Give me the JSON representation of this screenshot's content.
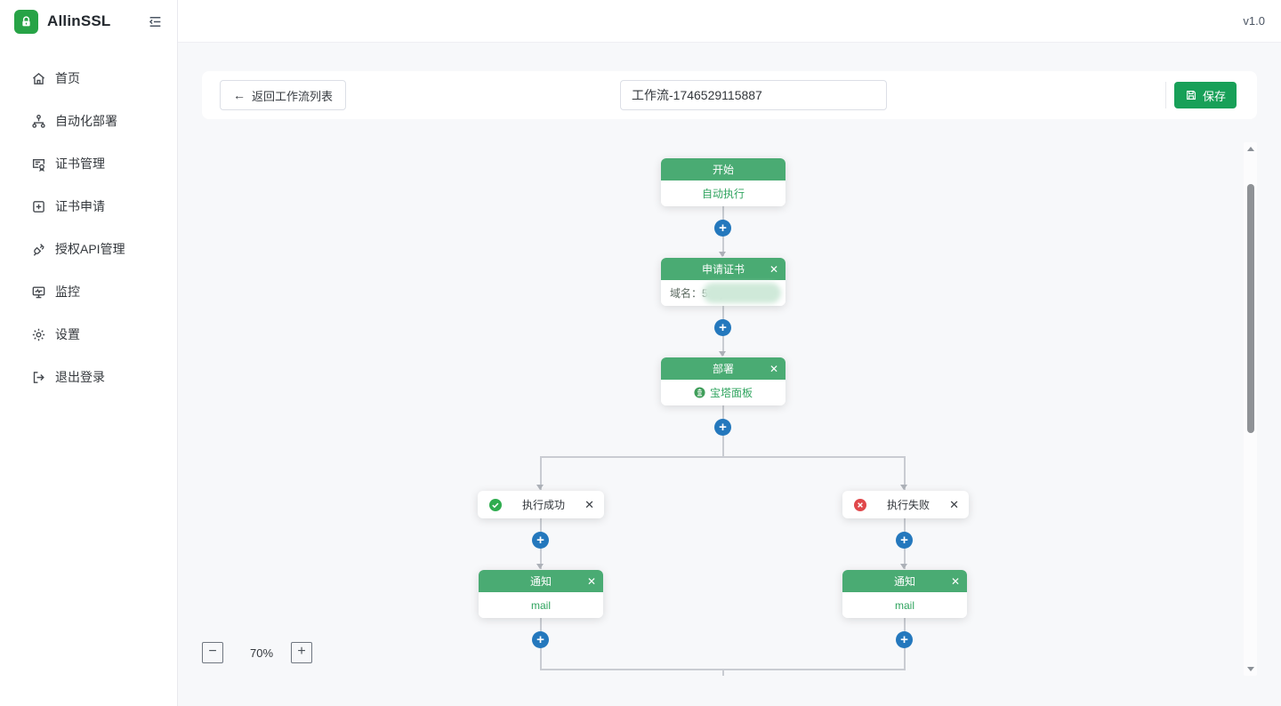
{
  "app": {
    "brand": "AllinSSL",
    "version": "v1.0"
  },
  "sidebar": {
    "items": [
      {
        "icon": "home-icon",
        "label": "首页"
      },
      {
        "icon": "deploy-icon",
        "label": "自动化部署"
      },
      {
        "icon": "cert-manage-icon",
        "label": "证书管理"
      },
      {
        "icon": "cert-apply-icon",
        "label": "证书申请"
      },
      {
        "icon": "api-icon",
        "label": "授权API管理"
      },
      {
        "icon": "monitor-icon",
        "label": "监控"
      },
      {
        "icon": "settings-icon",
        "label": "设置"
      },
      {
        "icon": "logout-icon",
        "label": "退出登录"
      }
    ]
  },
  "toolbar": {
    "back_label": "返回工作流列表",
    "workflow_name": "工作流-1746529115887",
    "save_label": "保存"
  },
  "canvas": {
    "nodes": {
      "start": {
        "title": "开始",
        "body": "自动执行"
      },
      "apply": {
        "title": "申请证书",
        "domain_label": "域名：",
        "domain_value": "5nrtj."
      },
      "deploy": {
        "title": "部署",
        "body": "宝塔面板"
      },
      "branch_success": {
        "label": "执行成功"
      },
      "branch_fail": {
        "label": "执行失败"
      },
      "notify_success": {
        "title": "通知",
        "body": "mail"
      },
      "notify_fail": {
        "title": "通知",
        "body": "mail"
      }
    },
    "zoom_level": "70%"
  },
  "colors": {
    "accent_green": "#18a058",
    "node_header_green": "#4aab73",
    "plus_blue": "#2478bd",
    "success_green": "#2fac4f",
    "danger_red": "#e0484b"
  }
}
